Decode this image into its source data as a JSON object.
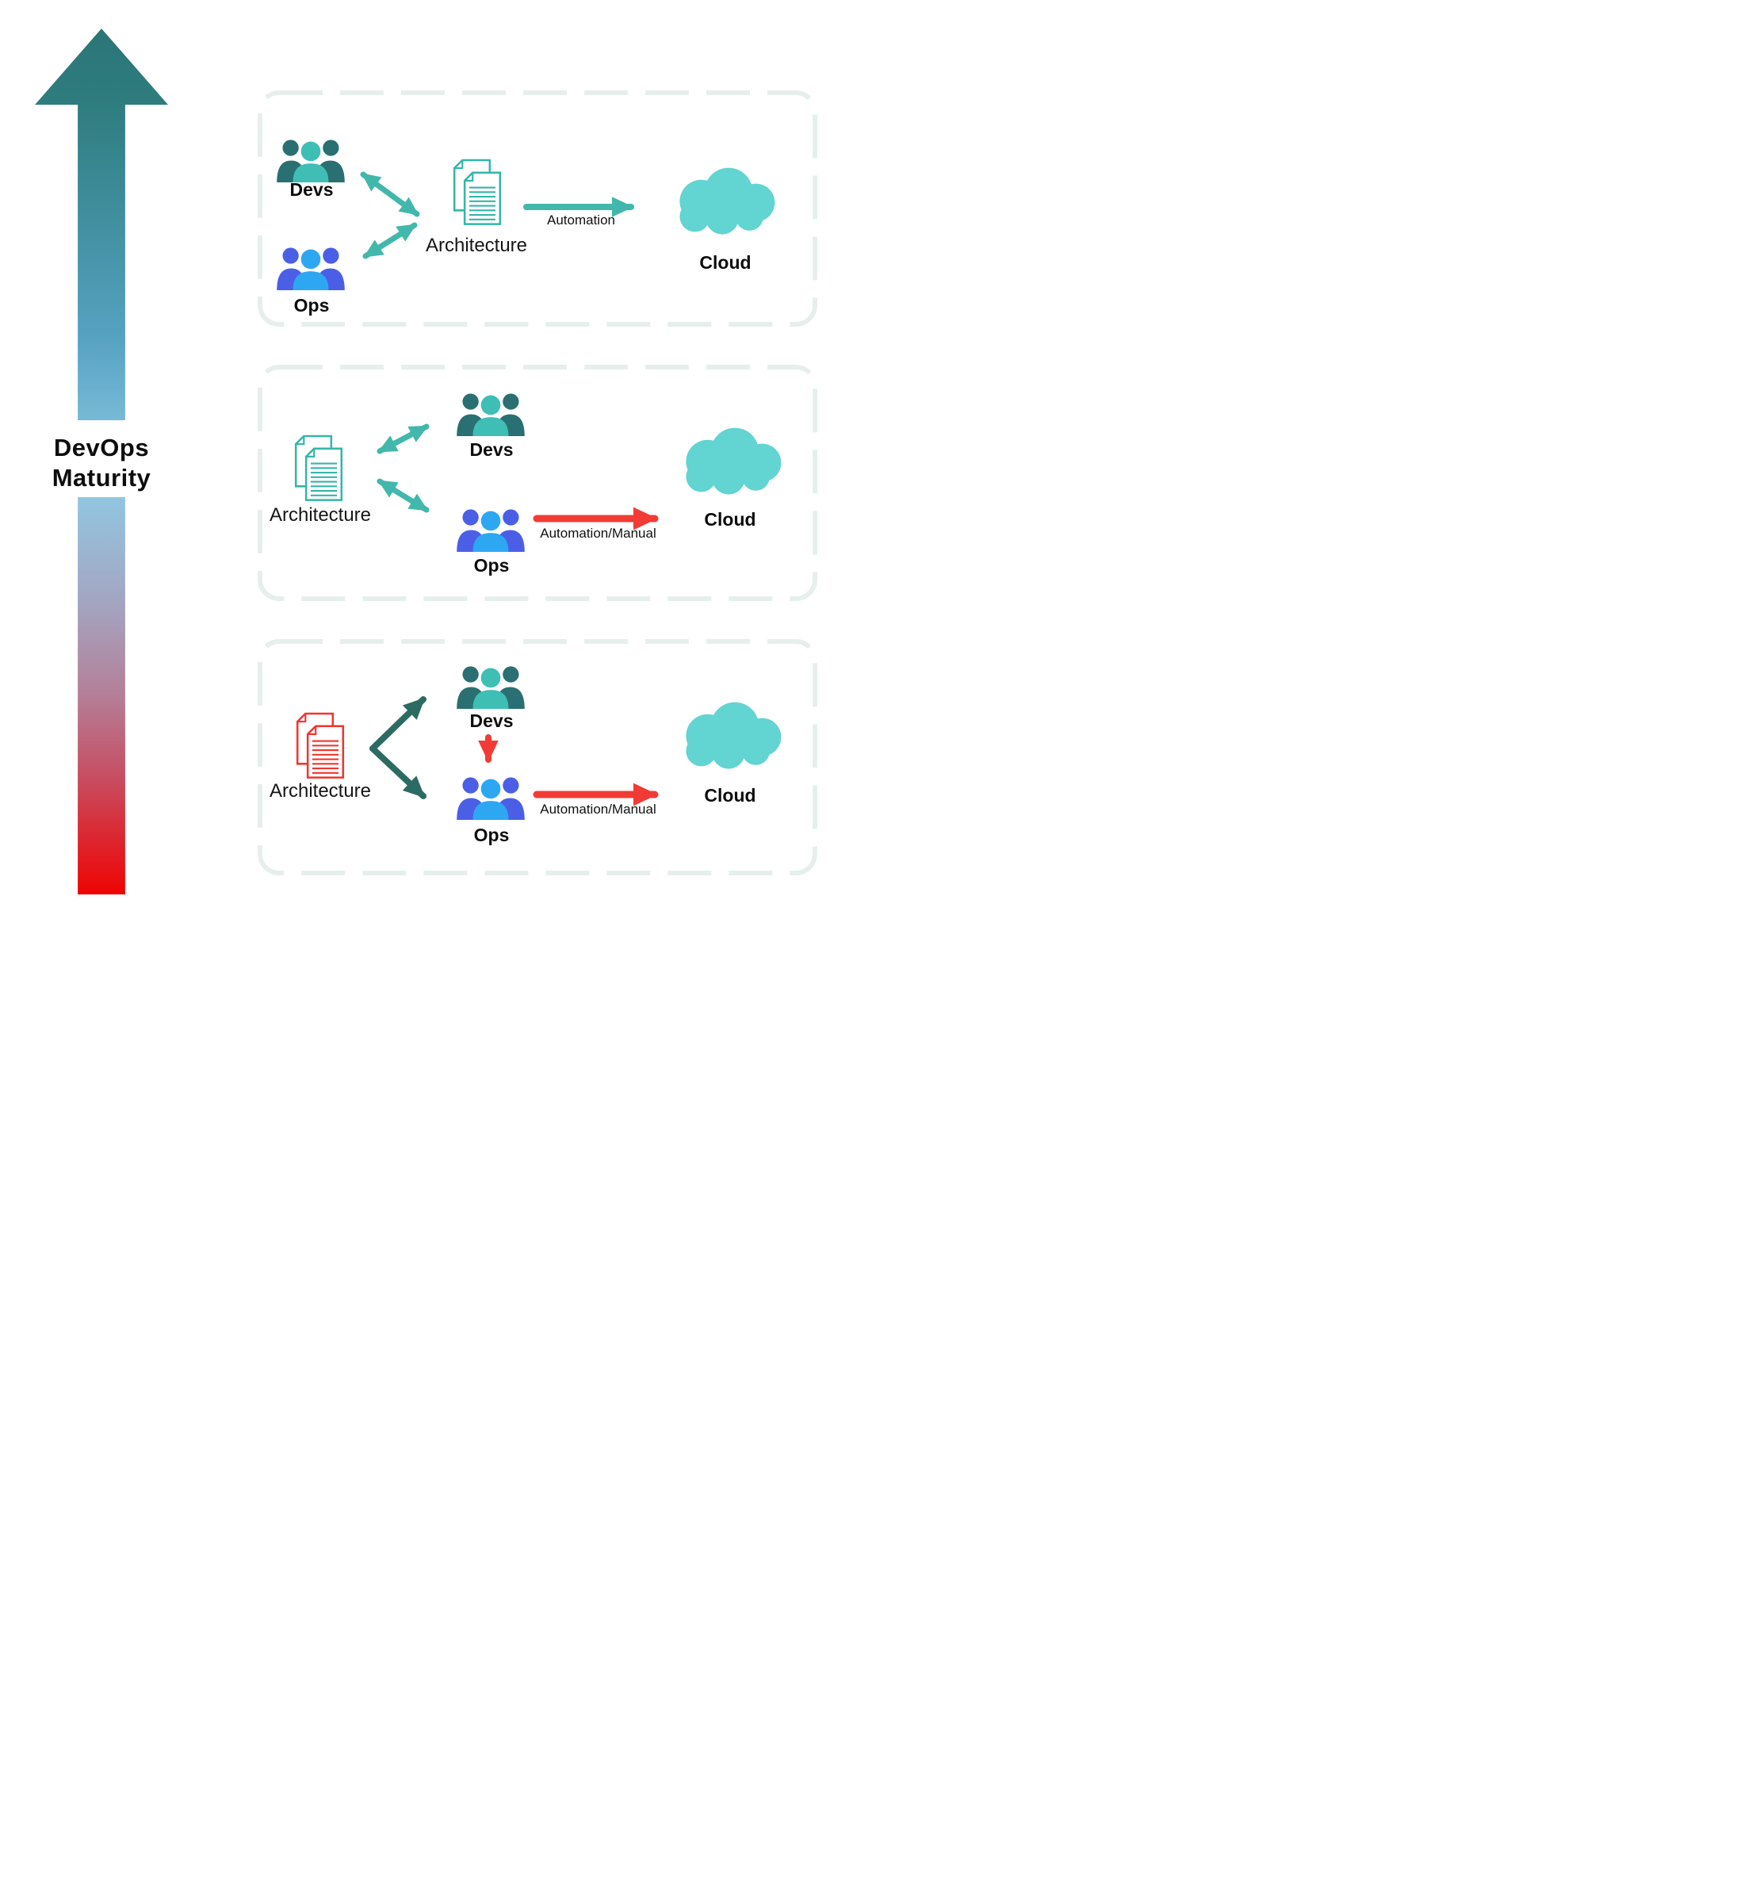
{
  "axis": {
    "line1": "DevOps",
    "line2": "Maturity"
  },
  "stages": [
    {
      "name": "top-mature",
      "devs_label": "Devs",
      "ops_label": "Ops",
      "architecture_label": "Architecture",
      "deploy_arrow_label": "Automation",
      "cloud_label": "Cloud"
    },
    {
      "name": "middle-intermediate",
      "devs_label": "Devs",
      "ops_label": "Ops",
      "architecture_label": "Architecture",
      "deploy_arrow_label": "Automation/Manual",
      "cloud_label": "Cloud"
    },
    {
      "name": "bottom-early",
      "devs_label": "Devs",
      "ops_label": "Ops",
      "architecture_label": "Architecture",
      "deploy_arrow_label": "Automation/Manual",
      "cloud_label": "Cloud"
    }
  ],
  "colors": {
    "maturity_top": "#2c7577",
    "maturity_mid": "#8fcbe6",
    "maturity_bottom": "#ef0303",
    "teal": "#41b8ab",
    "dark_teal": "#2c6b62",
    "red": "#f23b35",
    "cloud": "#62d4d2",
    "devs_front": "#3fbeb6",
    "devs_back": "#2a6f71",
    "ops_front": "#2ea7f2",
    "ops_back": "#4b5fe6",
    "doc_teal": "#35b5aa",
    "doc_red": "#f0352f",
    "panel_border": "#e7efec",
    "text": "#0d0d0d"
  }
}
